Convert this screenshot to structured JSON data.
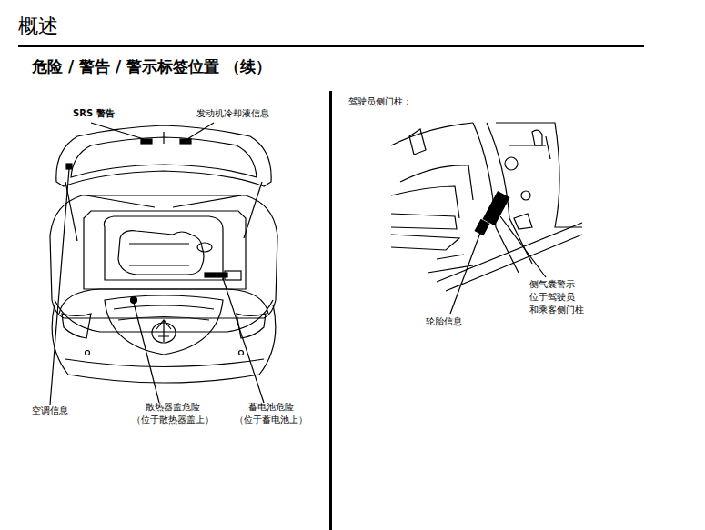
{
  "diagram": {
    "title": "概述",
    "labels": [
      "危险 / 警告 / 警示标签位置 （续）",
      "SRS 警告",
      "发动机冷却液信息",
      "空调信息",
      "散热器盖危险 （位于散热器盖上）",
      "蓄电池危险 （位于蓄电池上）",
      "驾驶员侧门柱：",
      "侧气囊警示 位于驾驶员 和乘客侧门柱",
      "轮胎信息"
    ]
  }
}
